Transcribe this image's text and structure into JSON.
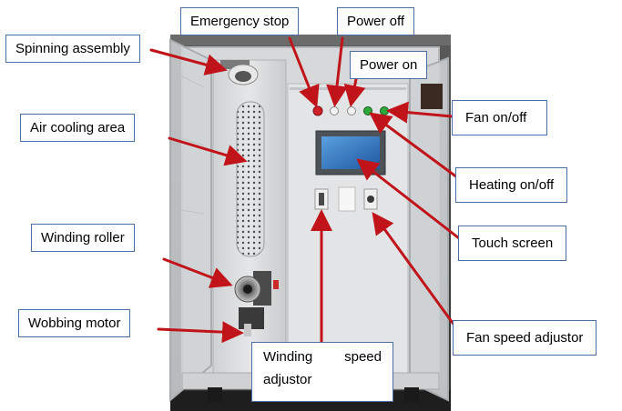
{
  "labels": {
    "spinning_assembly": "Spinning assembly",
    "air_cooling_area": "Air cooling area",
    "winding_roller": "Winding roller",
    "wobbing_motor": "Wobbing motor",
    "emergency_stop": "Emergency stop",
    "power_off": "Power off",
    "power_on": "Power on",
    "fan_on_off": "Fan on/off",
    "heating_on_off": "Heating on/off",
    "touch_screen": "Touch screen",
    "fan_speed_adjustor": "Fan speed adjustor",
    "winding_speed_adjustor_word1": "Winding",
    "winding_speed_adjustor_word2": "speed",
    "winding_speed_adjustor_word3": "adjustor"
  },
  "colors": {
    "arrow": "#c0141a",
    "callout_border": "#4a6fa5",
    "cabinet_frame": "#dcdcdc",
    "cabinet_shadow": "#3a3a3a",
    "screen": "#2d6fb8",
    "led_red": "#d0202a",
    "led_white": "#f2f2f2",
    "led_green": "#2eaa3a"
  }
}
